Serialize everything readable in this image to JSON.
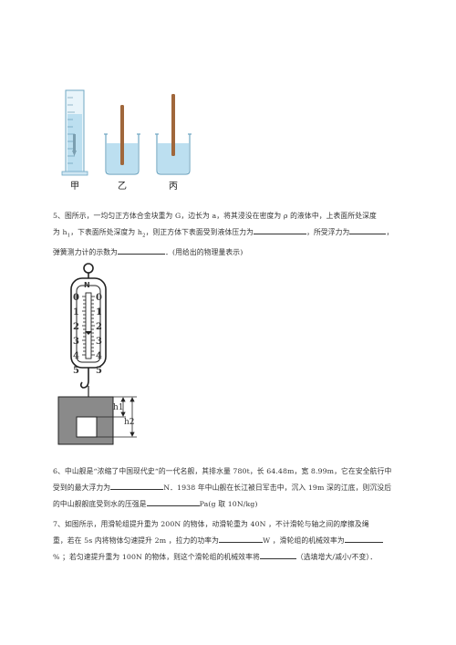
{
  "figure1": {
    "labels": [
      "甲",
      "乙",
      "丙"
    ]
  },
  "q5": {
    "line1": "5、图所示，一均匀正方体合金块重为 G，边长为 a，将其浸没在密度为 ρ 的液体中，上表面所处深度",
    "line2a": "为 h",
    "line2a_sub": "1",
    "line2b": "，下表面所处深度为 h",
    "line2b_sub": "2",
    "line2c": "，则正方体下表面受到液体压力为",
    "line2d": "，所受浮力为",
    "line2e": "，",
    "line3a": "弹簧测力计的示数为",
    "line3b": "．(用给出的物理量表示)"
  },
  "figure2": {
    "top_letter": "N",
    "scale_left": [
      "0",
      "1",
      "2",
      "3",
      "4",
      "5"
    ],
    "scale_right": [
      "0",
      "1",
      "2",
      "3",
      "4",
      "5"
    ],
    "h1_label": "h1",
    "h2_label": "h2"
  },
  "q6": {
    "line1": "6、中山舰是“浓缩了中国现代史“的一代名舰，其排水量 780t，长 64.48m，宽 8.99m，它在安全航行中",
    "line2a": "受到的最大浮力为",
    "line2b": "N．1938 年中山舰在长江被日军击中，沉入 19m 深的江底，则沉没后",
    "line3a": "的中山舰舰底受到水的压强是",
    "line3b": "Pa(g 取 10N/kg)"
  },
  "q7": {
    "line1": "7、如图所示，用滑轮组提升重为  200N  的物体，动滑轮重为  40N  ，不计滑轮与轴之间的摩擦及绳",
    "line2a": "重，若在  5s  内将物体匀速提升  2m  ，拉力的功率为",
    "line2b": "W  ，滑轮组的机械效率为",
    "line3a": "%  ；若匀速提升重为 100N 的物体，则这个滑轮组的机械效率将",
    "line3b": "（选填增大/减小/不变）．"
  }
}
